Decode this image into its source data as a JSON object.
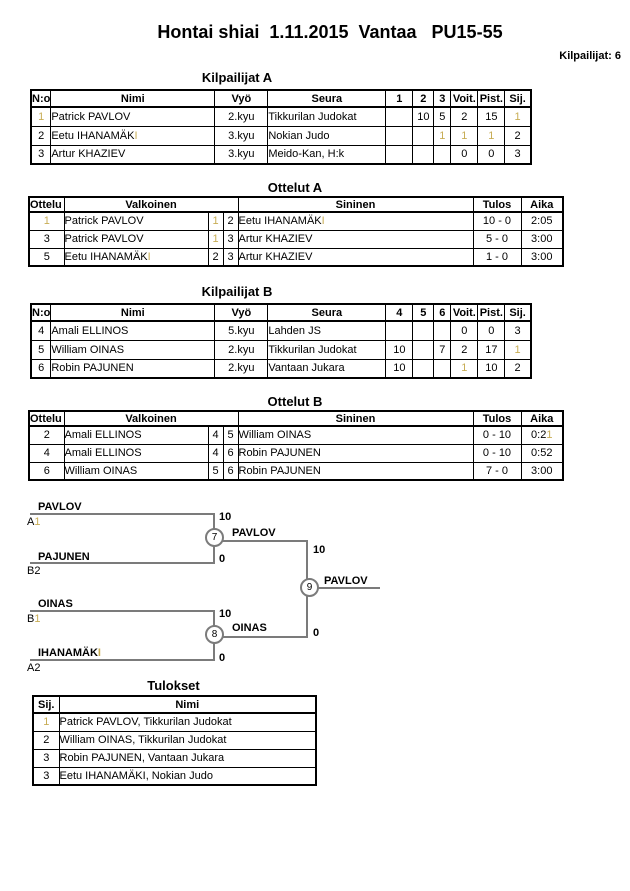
{
  "header": {
    "title": "Hontai shiai  1.11.2015  Vantaa   PU15-55",
    "competitors": "Kilpailijat: 6"
  },
  "colors": {
    "faded_text": "#c8ad55",
    "bracket_line": "#7b7b7b"
  },
  "pool_a": {
    "heading": "Kilpailijat A",
    "headers": [
      "N:o",
      "Nimi",
      "Vyö",
      "Seura",
      "1",
      "2",
      "3",
      "Voit.",
      "Pist.",
      "Sij."
    ],
    "rows": [
      {
        "no": "1",
        "name": "Patrick PAVLOV",
        "name_f": "",
        "belt": "2.kyu",
        "club": "Tikkurilan Judokat",
        "m1": "",
        "m2": "10",
        "m3": "5",
        "voit": "2",
        "pist": "15",
        "sij": "1"
      },
      {
        "no": "2",
        "name": "Eetu IHANAMÄK",
        "name_f": "I",
        "belt": "3.kyu",
        "club": "Nokian Judo",
        "m1": "",
        "m2": "",
        "m3": "1",
        "voit": "1",
        "pist": "1",
        "sij": "2"
      },
      {
        "no": "3",
        "name": "Artur KHAZIEV",
        "name_f": "",
        "belt": "3.kyu",
        "club": "Meido-Kan, H:k",
        "m1": "",
        "m2": "",
        "m3": "",
        "voit": "0",
        "pist": "0",
        "sij": "3"
      }
    ]
  },
  "matches_a": {
    "heading": "Ottelut A",
    "headers": [
      "Ottelu",
      "Valkoinen",
      "Sininen",
      "Tulos",
      "Aika"
    ],
    "rows": [
      {
        "no": "1",
        "white": "Patrick PAVLOV",
        "white_f": "",
        "w_no": "1",
        "b_no": "2",
        "blue": "Eetu IHANAMÄK",
        "blue_f": "I",
        "result": "10 - 0",
        "time": "2:05",
        "time_f": ""
      },
      {
        "no": "3",
        "white": "Patrick PAVLOV",
        "white_f": "",
        "w_no": "1",
        "b_no": "3",
        "blue": "Artur KHAZIEV",
        "blue_f": "",
        "result": "5 - 0",
        "time": "3:00",
        "time_f": ""
      },
      {
        "no": "5",
        "white": "Eetu IHANAMÄK",
        "white_f": "I",
        "w_no": "2",
        "b_no": "3",
        "blue": "Artur KHAZIEV",
        "blue_f": "",
        "result": "1 - 0",
        "time": "3:00",
        "time_f": ""
      }
    ]
  },
  "pool_b": {
    "heading": "Kilpailijat B",
    "headers": [
      "N:o",
      "Nimi",
      "Vyö",
      "Seura",
      "4",
      "5",
      "6",
      "Voit.",
      "Pist.",
      "Sij."
    ],
    "rows": [
      {
        "no": "4",
        "name": "Amali ELLINOS",
        "name_f": "",
        "belt": "5.kyu",
        "club": "Lahden JS",
        "m1": "",
        "m2": "",
        "m3": "",
        "voit": "0",
        "pist": "0",
        "sij": "3"
      },
      {
        "no": "5",
        "name": "William OINAS",
        "name_f": "",
        "belt": "2.kyu",
        "club": "Tikkurilan Judokat",
        "m1": "10",
        "m2": "",
        "m3": "7",
        "voit": "2",
        "pist": "17",
        "sij": "1"
      },
      {
        "no": "6",
        "name": "Robin PAJUNEN",
        "name_f": "",
        "belt": "2.kyu",
        "club": "Vantaan Jukara",
        "m1": "10",
        "m2": "",
        "m3": "",
        "voit": "1",
        "pist": "10",
        "sij": "2"
      }
    ]
  },
  "matches_b": {
    "heading": "Ottelut B",
    "headers": [
      "Ottelu",
      "Valkoinen",
      "Sininen",
      "Tulos",
      "Aika"
    ],
    "rows": [
      {
        "no": "2",
        "white": "Amali ELLINOS",
        "white_f": "",
        "w_no": "4",
        "b_no": "5",
        "blue": "William OINAS",
        "blue_f": "",
        "result": "0 - 10",
        "time": "0:2",
        "time_f": "1"
      },
      {
        "no": "4",
        "white": "Amali ELLINOS",
        "white_f": "",
        "w_no": "4",
        "b_no": "6",
        "blue": "Robin PAJUNEN",
        "blue_f": "",
        "result": "0 - 10",
        "time": "0:52",
        "time_f": ""
      },
      {
        "no": "6",
        "white": "William OINAS",
        "white_f": "",
        "w_no": "5",
        "b_no": "6",
        "blue": "Robin PAJUNEN",
        "blue_f": "",
        "result": "7 - 0",
        "time": "3:00",
        "time_f": ""
      }
    ]
  },
  "bracket": {
    "sf1": {
      "p1": "PAVLOV",
      "p1_seed": "A",
      "p1_seed_f": "1",
      "p1_score": "10",
      "p2": "PAJUNEN",
      "p2_seed": "B2",
      "p2_score": "0",
      "match_no": "7",
      "winner": "PAVLOV",
      "winner_score": "10"
    },
    "sf2": {
      "p1": "OINAS",
      "p1_seed": "B",
      "p1_seed_f": "1",
      "p1_score": "10",
      "p2": "IHANAMÄK",
      "p2_f": "I",
      "p2_seed": "A2",
      "p2_score": "0",
      "match_no": "8",
      "winner": "OINAS",
      "winner_score": "0"
    },
    "final": {
      "match_no": "9",
      "winner": "PAVLOV"
    }
  },
  "results": {
    "heading": "Tulokset",
    "headers": [
      "Sij.",
      "Nimi"
    ],
    "rows": [
      {
        "place": "1",
        "name": "Patrick PAVLOV, Tikkurilan Judokat"
      },
      {
        "place": "2",
        "name": "William OINAS, Tikkurilan Judokat"
      },
      {
        "place": "3",
        "name": "Robin PAJUNEN, Vantaan Jukara"
      },
      {
        "place": "3",
        "name": "Eetu IHANAMÄKI, Nokian Judo"
      }
    ]
  }
}
